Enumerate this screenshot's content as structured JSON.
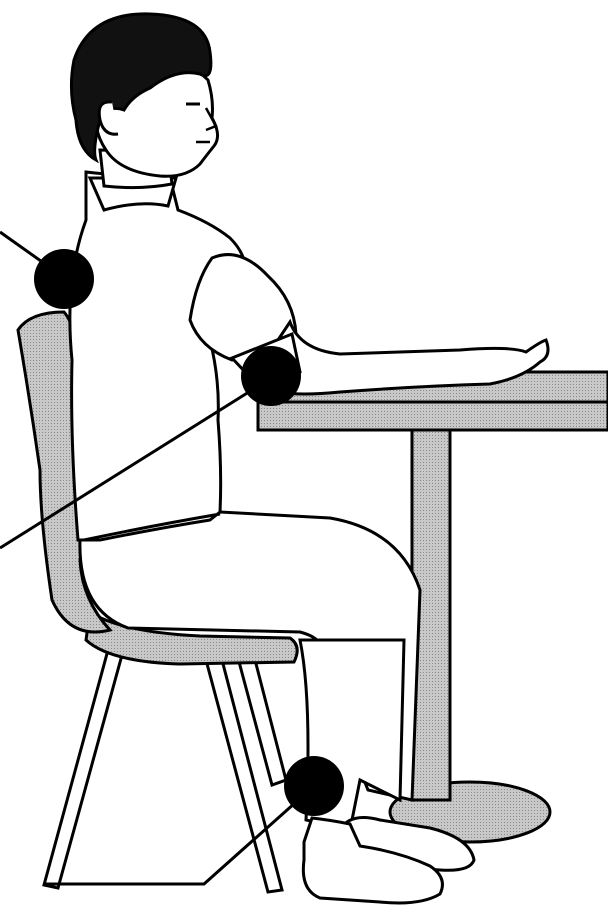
{
  "figure": {
    "subject": "seated-person-at-desk",
    "markers": [
      {
        "id": "shoulder",
        "color": "#000000"
      },
      {
        "id": "elbow",
        "color": "#000000"
      },
      {
        "id": "knee",
        "color": "#000000"
      }
    ],
    "colors": {
      "line": "#000000",
      "skin": "#ffffff",
      "hair": "#111111",
      "furniture_fill": "#bdbdbd",
      "background": "#ffffff"
    }
  }
}
